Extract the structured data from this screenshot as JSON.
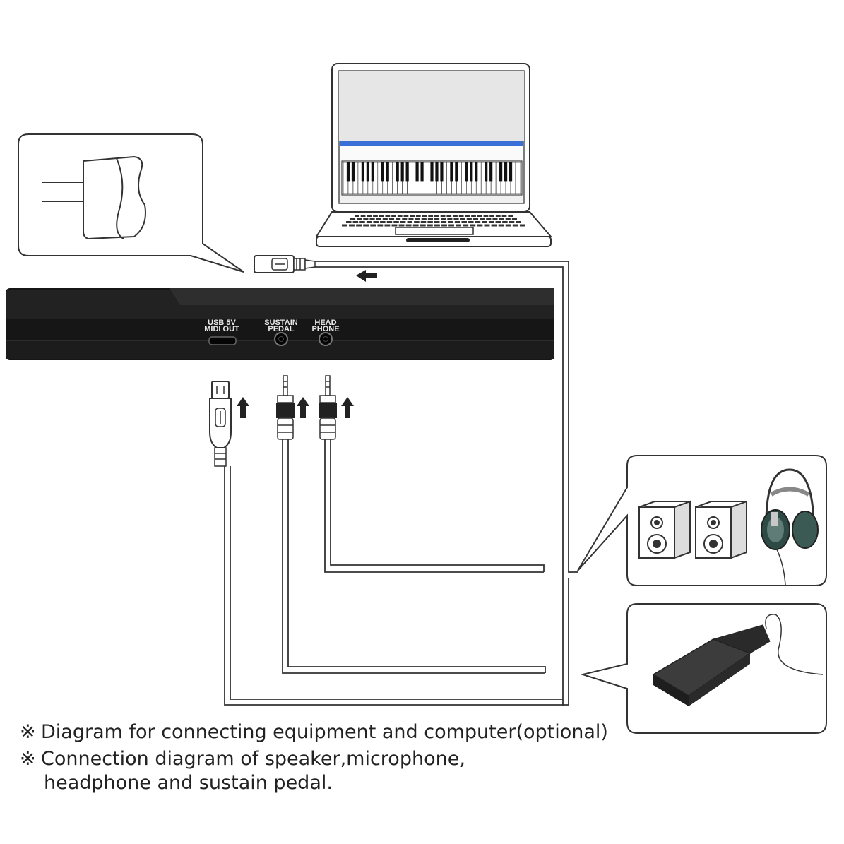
{
  "ports": {
    "usb_line1": "USB 5V",
    "usb_line2": "MIDI OUT",
    "sustain_line1": "SUSTAIN",
    "sustain_line2": "PEDAL",
    "head_line1": "HEAD",
    "head_line2": "PHONE"
  },
  "captions": {
    "mark": "※",
    "line1": "Diagram for connecting equipment and computer(optional)",
    "line2": "Connection diagram of speaker,microphone,",
    "line3": "headphone and sustain pedal."
  },
  "icons": [
    "power-adapter-icon",
    "laptop-icon",
    "usb-plug-icon",
    "audio-jack-icon",
    "speaker-icon",
    "headphone-icon",
    "sustain-pedal-icon",
    "arrow-up-icon",
    "arrow-left-icon"
  ]
}
